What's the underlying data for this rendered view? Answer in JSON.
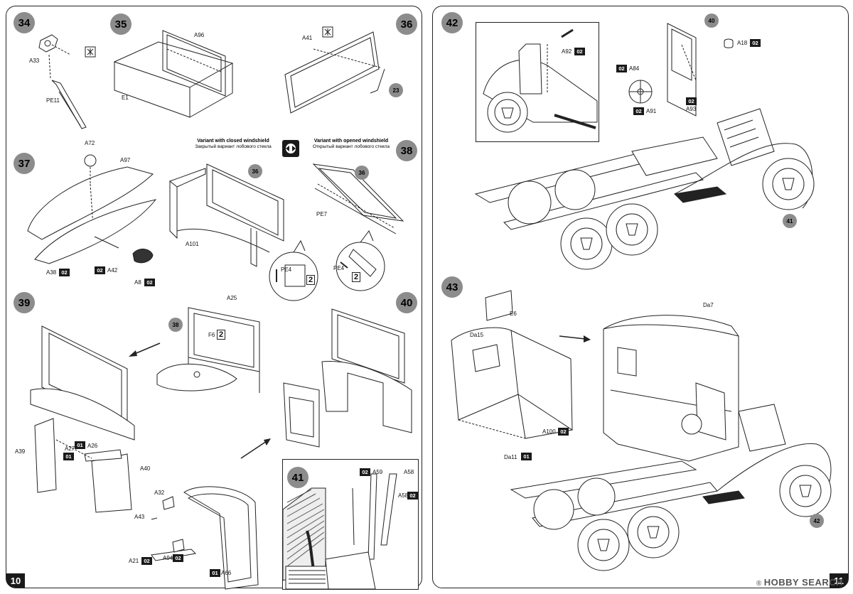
{
  "left_page": {
    "folio": "10",
    "steps": [
      "34",
      "35",
      "36",
      "37",
      "38",
      "39",
      "40",
      "41"
    ],
    "variant_closed_en": "Variant with closed windshield",
    "variant_closed_ru": "Закрытый вариант лобового стекла",
    "variant_open_en": "Variant with opened windshield",
    "variant_open_ru": "Открытый вариант лобового стекла",
    "parts": {
      "a33": "A33",
      "pe11": "PE11",
      "a96": "A96",
      "e1": "E1",
      "a41": "A41",
      "a72": "A72",
      "a97": "A97",
      "a38": "A38",
      "a42": "A42",
      "a8": "A8",
      "a101": "A101",
      "pe4a": "PE4",
      "pe7": "PE7",
      "pe4b": "PE4",
      "a25": "A25",
      "f6": "F6",
      "a39": "A39",
      "a27": "A27",
      "a26": "A26",
      "a40": "A40",
      "a32": "A32",
      "a43": "A43",
      "a21": "A21",
      "a94": "A94",
      "a66": "A66",
      "a59": "A59",
      "a58a": "A58",
      "a58b": "A58"
    },
    "badges": {
      "a38": "02",
      "a42": "02",
      "a8": "02",
      "a27": "01",
      "a26": "01",
      "a21": "02",
      "a94": "02",
      "a66": "01",
      "a59": "02",
      "a58": "02"
    },
    "refs": {
      "s36": "23",
      "s37b": "36",
      "s38b": "36",
      "s39": "38"
    },
    "count_marks": {
      "pe4a": "2",
      "pe4b": "2",
      "f6": "2"
    }
  },
  "right_page": {
    "folio": "11",
    "steps": [
      "42",
      "43"
    ],
    "parts": {
      "a92": "A92",
      "a18": "A18",
      "a84": "A84",
      "a91": "A91",
      "a93": "A93",
      "e6": "E6",
      "da15": "Da15",
      "da7": "Da7",
      "a100": "A100",
      "da11": "Da11"
    },
    "badges": {
      "a92": "02",
      "a18": "02",
      "a84": "02",
      "a91": "02",
      "a93": "02",
      "a100": "02",
      "da11": "01"
    },
    "refs": {
      "s42_top": "40",
      "s42_wheel": "41",
      "s43_wheel": "42"
    }
  },
  "watermark": {
    "symbol": "®",
    "text": "HOBBY SEARCH"
  },
  "colors": {
    "step_circle": "#8c8c8c",
    "badge": "#1a1a1a",
    "line": "#222222"
  }
}
